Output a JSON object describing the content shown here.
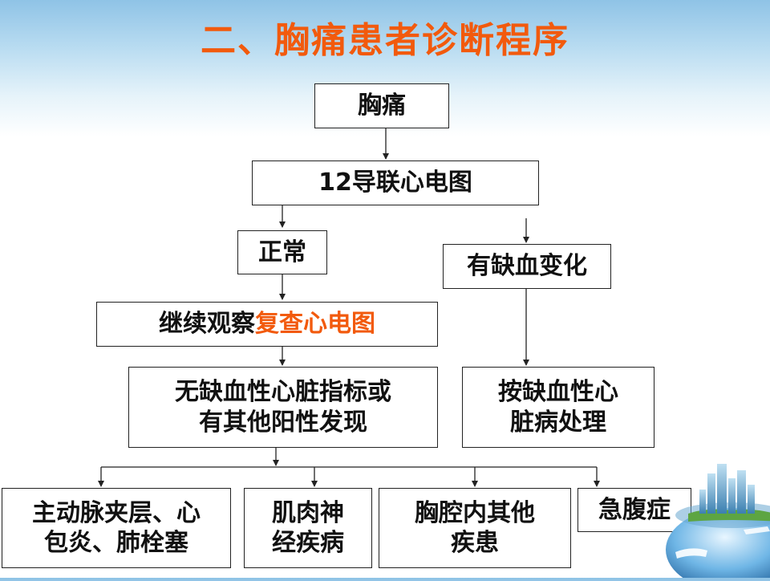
{
  "title": "二、胸痛患者诊断程序",
  "nodes": {
    "chest_pain": "胸痛",
    "ecg": "12导联心电图",
    "normal": "正常",
    "ischemic_change": "有缺血变化",
    "continue_observe": {
      "text": "继续观察",
      "highlight": "复查心电图"
    },
    "no_ischemia": {
      "line1": "无缺血性心脏指标或",
      "line2": "有其他阳性发现"
    },
    "treat_ischemia": {
      "line1": "按缺血性心",
      "line2": "脏病处理"
    },
    "aortic": {
      "line1": "主动脉夹层、心",
      "line2": "包炎、肺栓塞"
    },
    "neuro": {
      "line1": "肌肉神",
      "line2": "经疾病"
    },
    "intrathoracic": {
      "line1": "胸腔内其他",
      "line2": "疾患"
    },
    "acute_abdomen": "急腹症"
  },
  "colors": {
    "title": "#f25a0d",
    "highlight": "#f25a0d",
    "box_border": "#222222",
    "text": "#111111"
  },
  "decor": {
    "corner_image": "globe-city-icon"
  }
}
